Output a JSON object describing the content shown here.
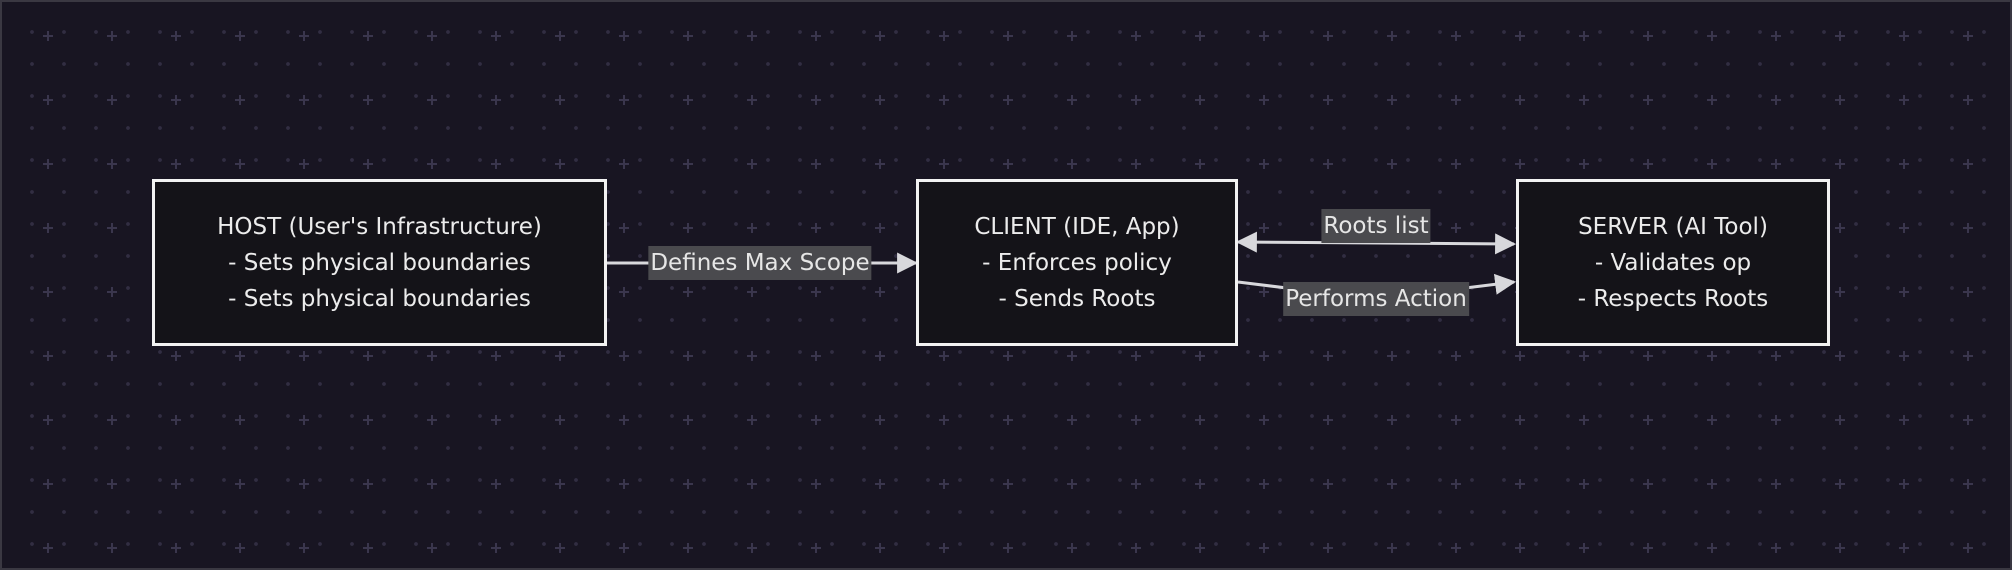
{
  "diagram": {
    "nodes": {
      "host": {
        "line1": "HOST (User's Infrastructure)",
        "line2": "- Sets physical boundaries",
        "line3": "- Sets physical boundaries"
      },
      "client": {
        "line1": "CLIENT (IDE, App)",
        "line2": "- Enforces policy",
        "line3": "- Sends Roots"
      },
      "server": {
        "line1": "SERVER (AI Tool)",
        "line2": "- Validates op",
        "line3": "- Respects Roots"
      }
    },
    "edges": {
      "host_to_client": "Defines Max Scope",
      "server_client_roots": "Roots list",
      "client_to_server_action": "Performs Action"
    }
  },
  "colors": {
    "background": "#181522",
    "node_border": "#f2f2f2",
    "node_fill": "#141318",
    "edge_line": "#d8d8dc",
    "label_fill": "#4a4a4e"
  }
}
